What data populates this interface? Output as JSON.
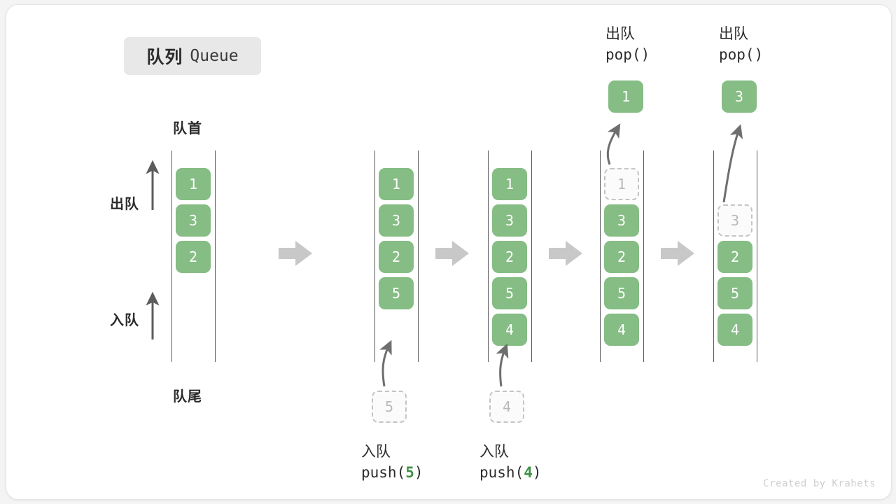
{
  "title": {
    "cn": "队列",
    "en": "Queue"
  },
  "labels": {
    "front": "队首",
    "rear": "队尾",
    "dequeue": "出队",
    "enqueue": "入队"
  },
  "colors": {
    "element_fill": "#85bd84",
    "element_text": "#ffffff",
    "ghost_border": "#c4c4c4",
    "ghost_text": "#b9b9b9",
    "rail": "#5c5c5c",
    "flow_arrow": "#c8c8c8",
    "accent_code": "#3f9145",
    "badge_bg": "#e8e8e8"
  },
  "stages": [
    {
      "id": "initial",
      "cells": [
        {
          "value": "1",
          "state": "full"
        },
        {
          "value": "3",
          "state": "full"
        },
        {
          "value": "2",
          "state": "full"
        }
      ]
    },
    {
      "id": "after-push-5",
      "cells": [
        {
          "value": "1",
          "state": "full"
        },
        {
          "value": "3",
          "state": "full"
        },
        {
          "value": "2",
          "state": "full"
        },
        {
          "value": "5",
          "state": "full"
        }
      ],
      "operation": {
        "kind": "push",
        "cn": "入队",
        "code_prefix": "push(",
        "arg": "5",
        "code_suffix": ")",
        "pending_value": "5"
      }
    },
    {
      "id": "after-push-4",
      "cells": [
        {
          "value": "1",
          "state": "full"
        },
        {
          "value": "3",
          "state": "full"
        },
        {
          "value": "2",
          "state": "full"
        },
        {
          "value": "5",
          "state": "full"
        },
        {
          "value": "4",
          "state": "full"
        }
      ],
      "operation": {
        "kind": "push",
        "cn": "入队",
        "code_prefix": "push(",
        "arg": "4",
        "code_suffix": ")",
        "pending_value": "4"
      }
    },
    {
      "id": "pop-1",
      "cells": [
        {
          "value": "1",
          "state": "ghost"
        },
        {
          "value": "3",
          "state": "full"
        },
        {
          "value": "2",
          "state": "full"
        },
        {
          "value": "5",
          "state": "full"
        },
        {
          "value": "4",
          "state": "full"
        }
      ],
      "operation": {
        "kind": "pop",
        "cn": "出队",
        "code": "pop()",
        "popped_value": "1"
      }
    },
    {
      "id": "pop-3",
      "cells": [
        {
          "value": "",
          "state": "empty"
        },
        {
          "value": "3",
          "state": "ghost"
        },
        {
          "value": "2",
          "state": "full"
        },
        {
          "value": "5",
          "state": "full"
        },
        {
          "value": "4",
          "state": "full"
        }
      ],
      "operation": {
        "kind": "pop",
        "cn": "出队",
        "code": "pop()",
        "popped_value": "3"
      }
    }
  ],
  "watermark": "Created by Krahets"
}
